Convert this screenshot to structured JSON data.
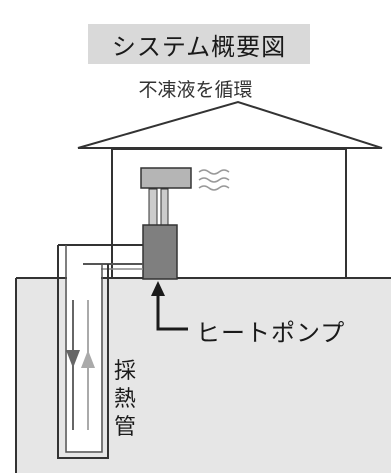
{
  "diagram": {
    "title": "システム概要図",
    "subtitle": "不凍液を循環",
    "heat_pump_label": "ヒートポンプ",
    "collector_pipe_label": [
      "採",
      "熱",
      "管"
    ],
    "colors": {
      "ground_fill": "#e6e6e6",
      "house_fill": "#ffffff",
      "pump_fill": "#7f7f7f",
      "indoor_unit_fill": "#b5b5b5",
      "title_fill": "#d9d9d9",
      "flow_down_arrow": "#666666",
      "flow_up_arrow": "#aaaaaa",
      "line": "#333333"
    }
  }
}
